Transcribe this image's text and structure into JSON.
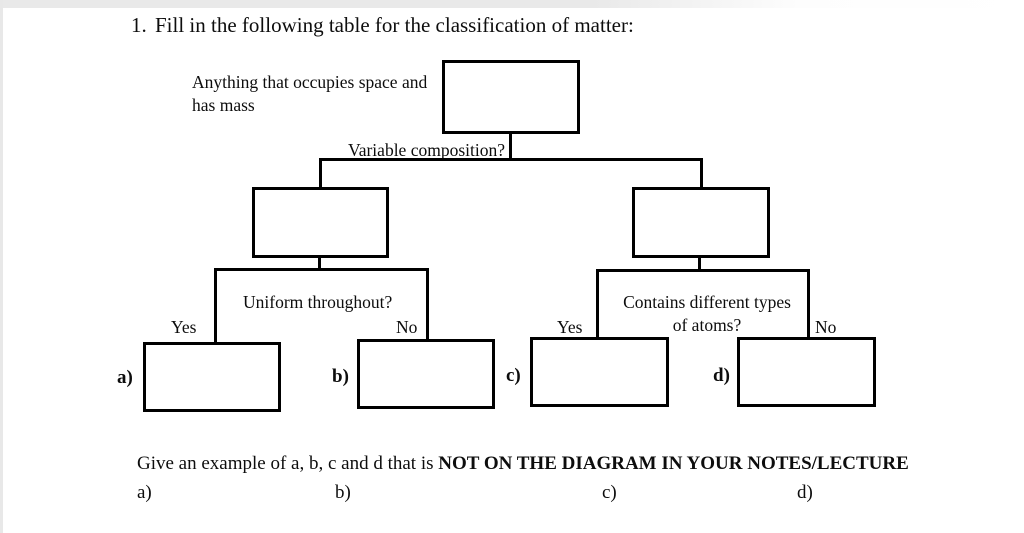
{
  "question": {
    "number": "1.",
    "text": "Fill in the following table for the classification of matter:"
  },
  "flowchart": {
    "root_label_line1": "Anything that occupies space and",
    "root_label_line2": "has mass",
    "level1_question": "Variable composition?",
    "left_branch": {
      "question": "Uniform throughout?",
      "yes_label": "Yes",
      "no_label": "No"
    },
    "right_branch": {
      "question_line1": "Contains different types",
      "question_line2": "of atoms?",
      "yes_label": "Yes",
      "no_label": "No"
    },
    "answer_boxes": [
      {
        "label": "a)"
      },
      {
        "label": "b)"
      },
      {
        "label": "c)"
      },
      {
        "label": "d)"
      }
    ]
  },
  "footer": {
    "prompt_normal": "Give an example of a, b, c and d that is ",
    "prompt_bold": "NOT ON THE DIAGRAM IN YOUR NOTES/LECTURE",
    "answer_labels": [
      "a)",
      "b)",
      "c)",
      "d)"
    ]
  },
  "colors": {
    "line": "#000000",
    "text": "#0d0d0d",
    "page_bg": "#ffffff",
    "chrome": "#e9e9e9"
  }
}
